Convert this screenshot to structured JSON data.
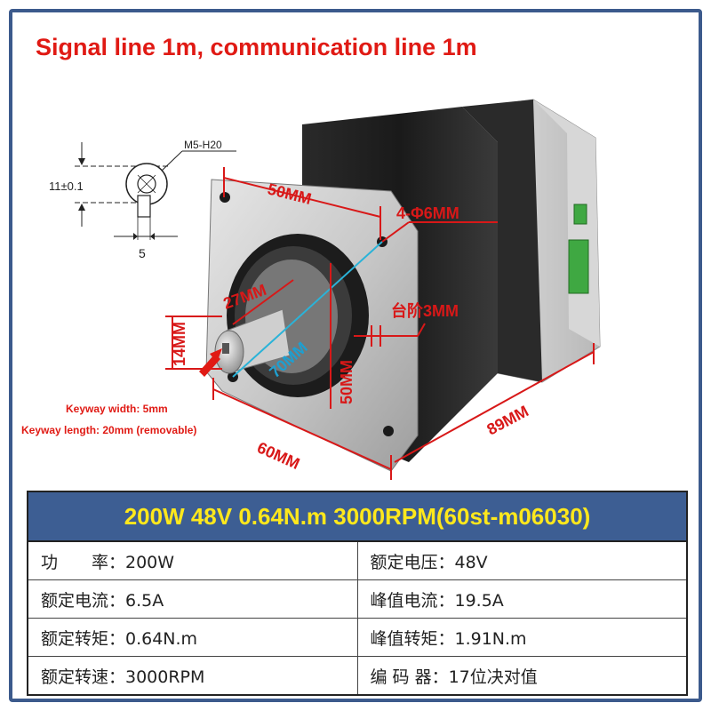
{
  "headline": "Signal line 1m, communication line 1m",
  "keyway_detail": {
    "thread": "M5-H20",
    "height": "11±0.1",
    "width": "5"
  },
  "dimensions": {
    "top_hole_spacing": "50MM",
    "mount_holes": "4-Φ6MM",
    "boss": "27MM",
    "step": "台阶3MM",
    "shaft": "14MM",
    "diagonal": "70MM",
    "side_hole_spacing": "50MM",
    "flange": "60MM",
    "length": "89MM"
  },
  "notes": {
    "keyway_width": "Keyway width: 5mm",
    "keyway_length": "Keyway length: 20mm (removable)"
  },
  "spec": {
    "title": "200W 48V 0.64N.m 3000RPM(60st-m06030)",
    "rows": [
      {
        "left": "功　　率：200W",
        "right": "额定电压：48V"
      },
      {
        "left": "额定电流：6.5A",
        "right": "峰值电流：19.5A"
      },
      {
        "left": "额定转矩：0.64N.m",
        "right": "峰值转矩：1.91N.m"
      },
      {
        "left": "额定转速：3000RPM",
        "right": "编 码 器：17位决对值"
      }
    ]
  },
  "colors": {
    "headline": "#e01a14",
    "dimension": "#d81818",
    "title_bar": "#3d5e93",
    "title_text": "#ffe81c",
    "frame": "#3c5a8c"
  }
}
